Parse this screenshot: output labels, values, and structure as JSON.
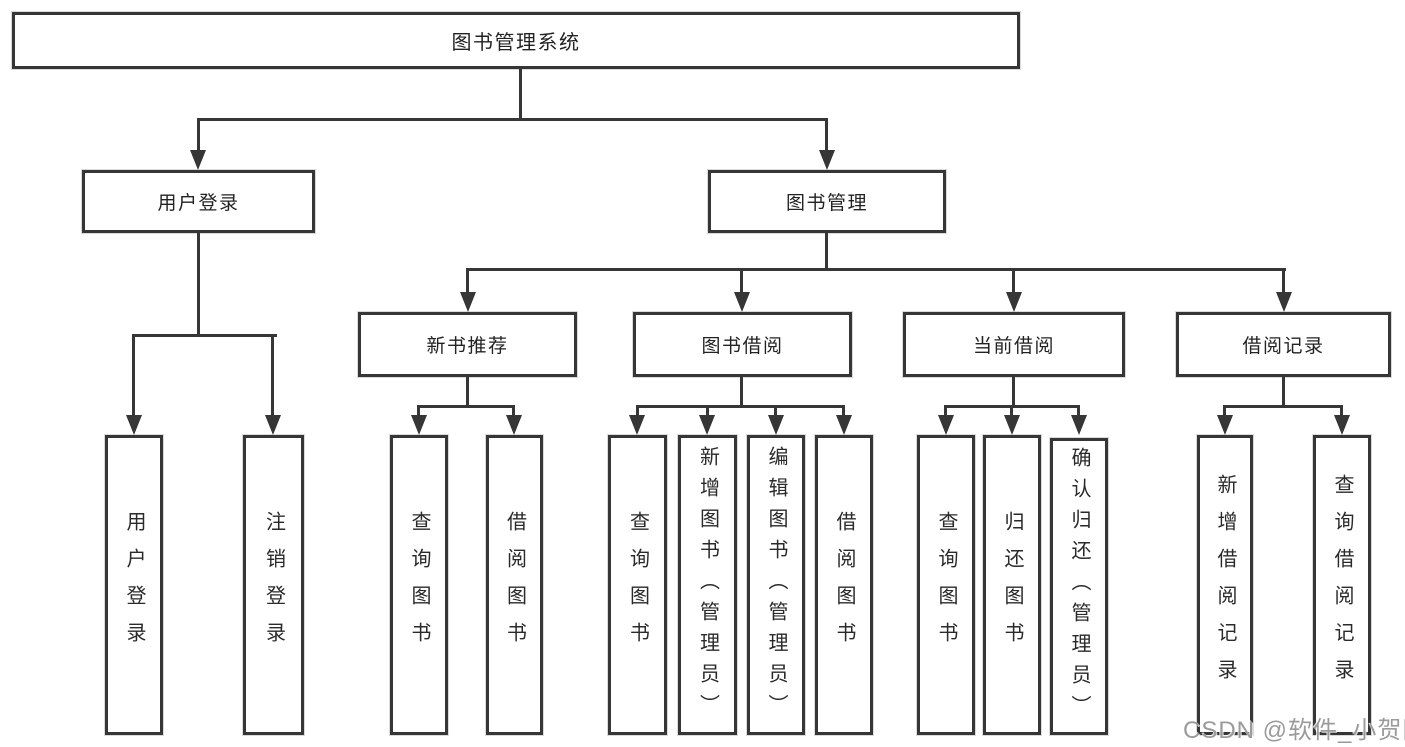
{
  "diagram": {
    "type": "hierarchy-tree",
    "root": "图书管理系统",
    "level2": {
      "user_login": "用户登录",
      "book_mgmt": "图书管理"
    },
    "level3": {
      "new_book_rec": "新书推荐",
      "book_borrow": "图书借阅",
      "current_borrow": "当前借阅",
      "borrow_records": "借阅记录"
    },
    "leaves": {
      "user_login": [
        "用户登录",
        "注销登录"
      ],
      "new_book_rec": [
        "查询图书",
        "借阅图书"
      ],
      "book_borrow": [
        "查询图书",
        "新增图书（管理员）",
        "编辑图书（管理员）",
        "借阅图书"
      ],
      "current_borrow": [
        "查询图书",
        "归还图书",
        "确认归还（管理员）"
      ],
      "borrow_records": [
        "新增借阅记录",
        "查询借阅记录"
      ]
    }
  },
  "watermark": "CSDN @软件_小贺同学",
  "colors": {
    "line": "#363636",
    "text": "#2a2a2a",
    "background": "#ffffff",
    "watermark": "#9b9b9b"
  }
}
